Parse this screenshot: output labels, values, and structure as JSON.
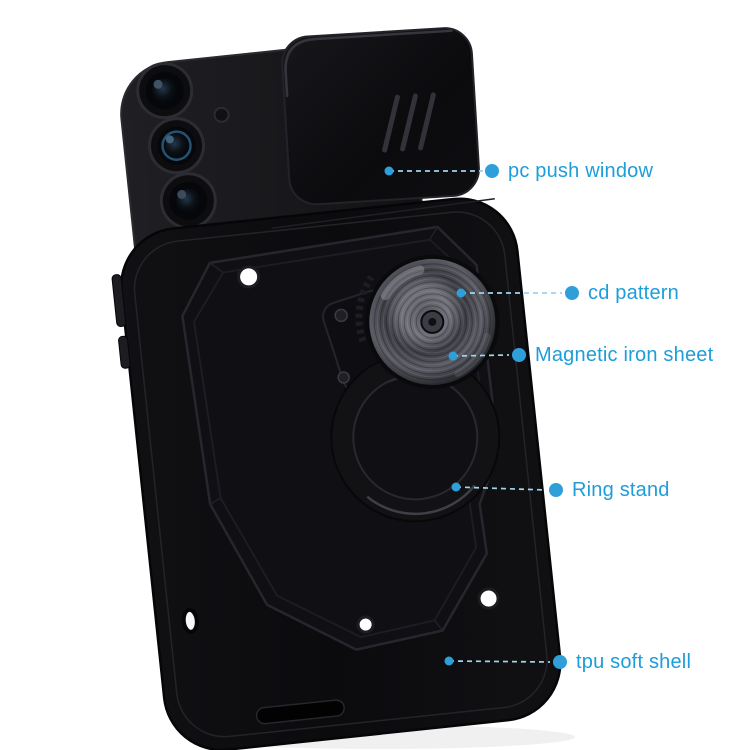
{
  "colors": {
    "background": "#ffffff",
    "accent_text": "#1d9dd9",
    "callout_dot": "#2f9fd9",
    "leader_line": "#9fd3ee",
    "case_black": "#0d0d10"
  },
  "callouts": [
    {
      "id": "pc-push-window",
      "label": "pc push window"
    },
    {
      "id": "cd-pattern",
      "label": "cd pattern"
    },
    {
      "id": "magnetic-iron-sheet",
      "label": "Magnetic iron sheet"
    },
    {
      "id": "ring-stand",
      "label": "Ring stand"
    },
    {
      "id": "tpu-soft-shell",
      "label": "tpu soft shell"
    }
  ]
}
